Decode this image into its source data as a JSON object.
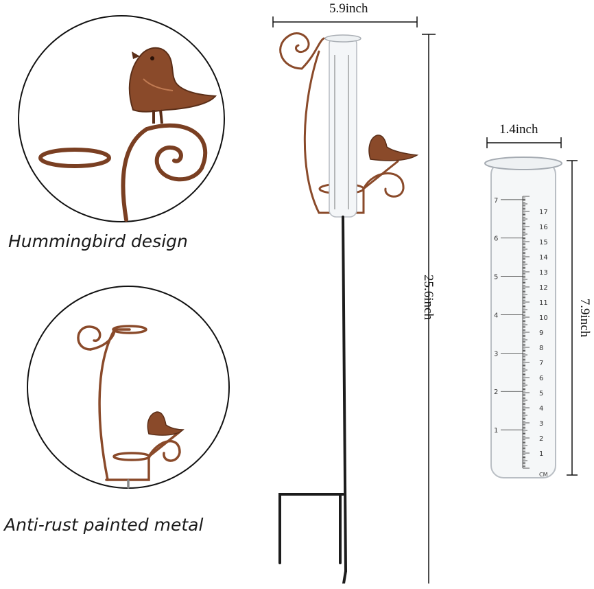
{
  "captions": {
    "top": "Hummingbird design",
    "bottom": "Anti-rust painted metal"
  },
  "dimensions": {
    "stand_width": "5.9inch",
    "stand_height": "25.6inch",
    "tube_width": "1.4inch",
    "tube_height": "7.9inch"
  },
  "tube_scale": {
    "inch_labels": [
      "7",
      "6",
      "5",
      "4",
      "3",
      "2",
      "1"
    ],
    "cm_labels": [
      "17",
      "16",
      "15",
      "14",
      "13",
      "12",
      "11",
      "10",
      "9",
      "8",
      "7",
      "6",
      "5",
      "4",
      "3",
      "2",
      "1"
    ],
    "unit": "CM"
  },
  "colors": {
    "bronze": "#8a4a2a",
    "bronze_light": "#b06a45",
    "stake": "#1c1c1c",
    "circle_stroke": "#111111"
  }
}
